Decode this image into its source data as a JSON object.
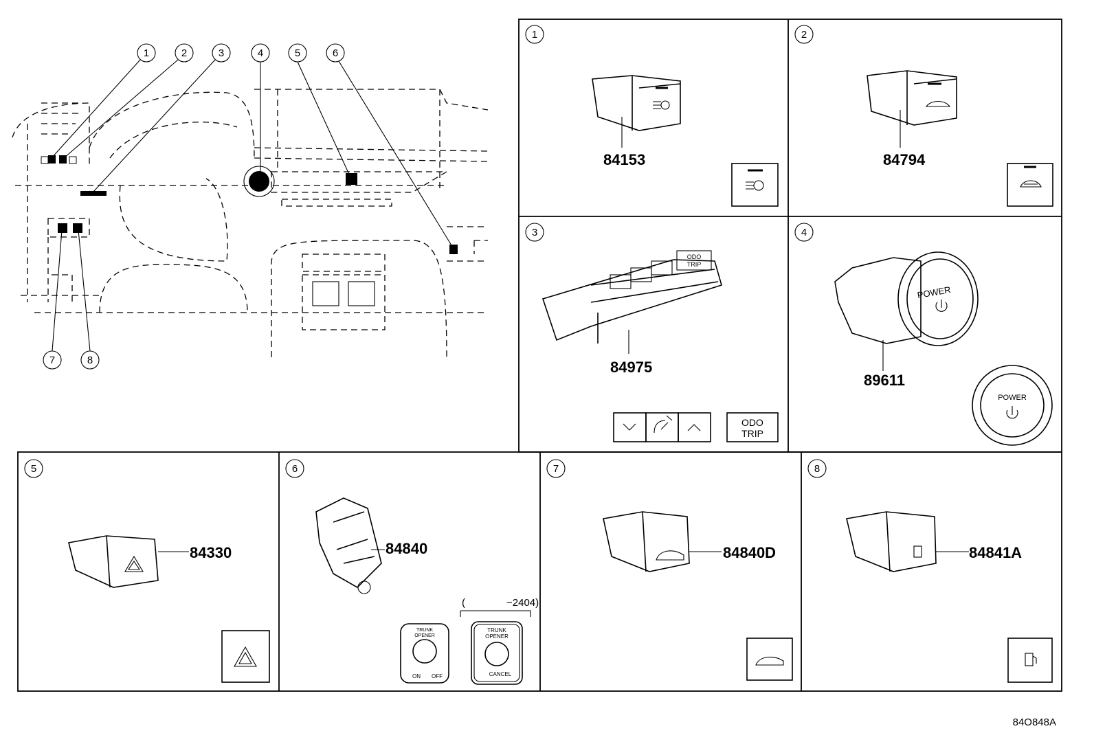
{
  "callouts": [
    "1",
    "2",
    "3",
    "4",
    "5",
    "6",
    "7",
    "8"
  ],
  "panels": [
    {
      "id": "1",
      "part": "84153"
    },
    {
      "id": "2",
      "part": "84794"
    },
    {
      "id": "3",
      "part": "84975"
    },
    {
      "id": "4",
      "part": "89611"
    },
    {
      "id": "5",
      "part": "84330"
    },
    {
      "id": "6",
      "part": "84840"
    },
    {
      "id": "7",
      "part": "84840D"
    },
    {
      "id": "8",
      "part": "84841A"
    }
  ],
  "panel3_keys": {
    "odo": "ODO",
    "trip": "TRIP"
  },
  "panel4_labels": {
    "power": "POWER"
  },
  "panel6_labels": {
    "range": "(　　　　−2404)",
    "trunk": "TRUNK",
    "opener": "OPENER",
    "on": "ON",
    "off": "OFF",
    "cancel": "CANCEL"
  },
  "figure_code": "84O848A"
}
